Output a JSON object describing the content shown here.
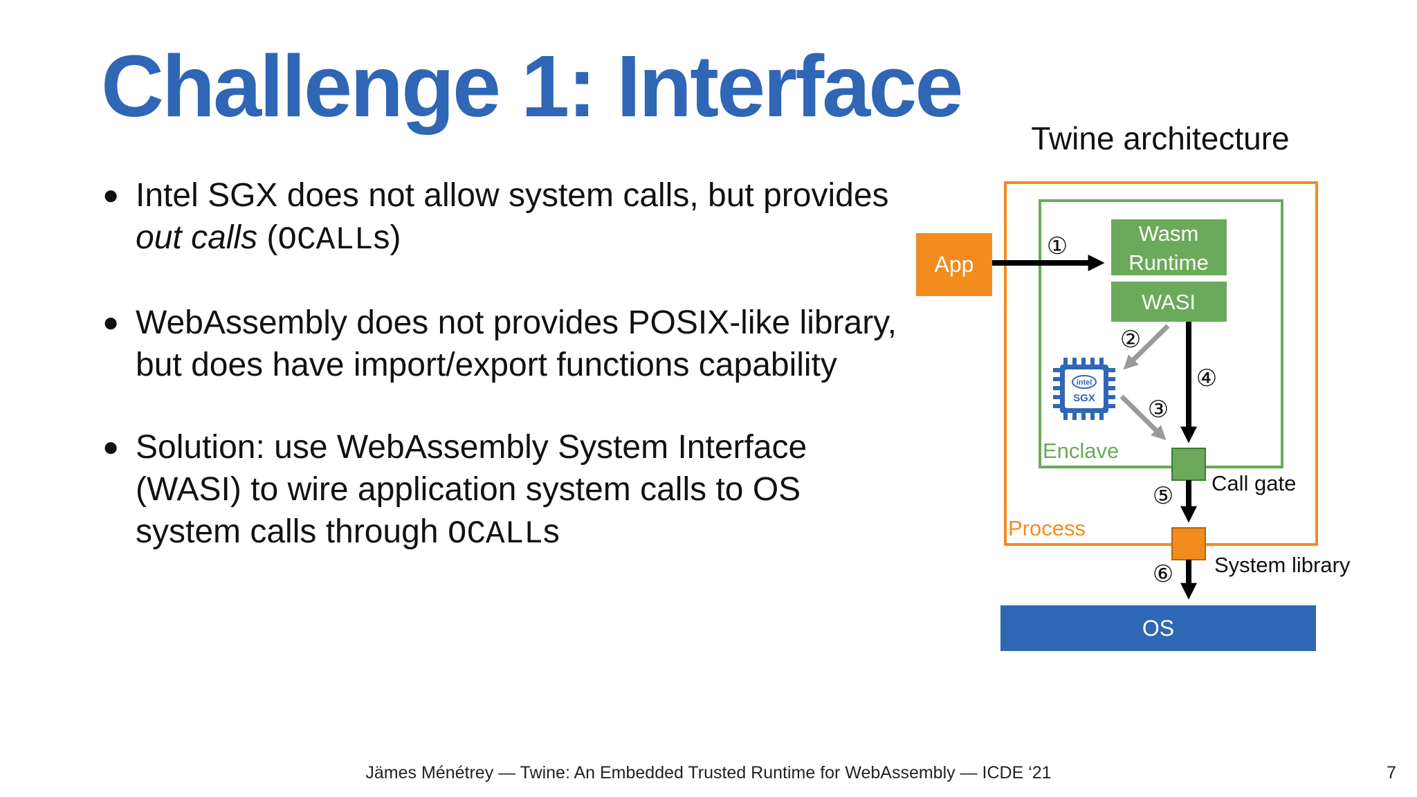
{
  "slide": {
    "title": "Challenge 1: Interface",
    "bullets": [
      {
        "lines": [
          [
            {
              "t": "Intel SGX does not allow system calls, but provides"
            }
          ],
          [
            {
              "t": "out calls",
              "i": true
            },
            {
              "t": " ("
            },
            {
              "t": "OCALL",
              "m": true
            },
            {
              "t": "s)"
            }
          ]
        ]
      },
      {
        "lines": [
          [
            {
              "t": "WebAssembly does not provides POSIX-like library,"
            }
          ],
          [
            {
              "t": "but does have import/export functions capability"
            }
          ]
        ]
      },
      {
        "lines": [
          [
            {
              "t": "Solution: use WebAssembly System Interface"
            }
          ],
          [
            {
              "t": "(WASI) to wire application system calls to OS"
            }
          ],
          [
            {
              "t": "system calls through "
            },
            {
              "t": "OCALL",
              "m": true
            },
            {
              "t": "s"
            }
          ]
        ]
      }
    ],
    "footer": "Jämes Ménétrey — Twine: An Embedded Trusted Runtime for WebAssembly — ICDE ‘21",
    "page_number": "7"
  },
  "diagram": {
    "title": "Twine architecture",
    "app": "App",
    "wasm_runtime": [
      "Wasm",
      "Runtime"
    ],
    "wasi": "WASI",
    "enclave": "Enclave",
    "process": "Process",
    "call_gate": "Call gate",
    "system_library": "System library",
    "os": "OS",
    "sgx_logo": {
      "brand": "intel",
      "text": "SGX",
      "icon": "intel-sgx-chip-icon"
    },
    "steps": [
      "①",
      "②",
      "③",
      "④",
      "⑤",
      "⑥"
    ],
    "colors": {
      "title_blue": "#2f66b5",
      "orange": "#f28c1e",
      "green": "#6aaa5a",
      "os_blue": "#2f66b5",
      "arrow_black": "#000000",
      "arrow_gray": "#9a9a9a"
    }
  }
}
